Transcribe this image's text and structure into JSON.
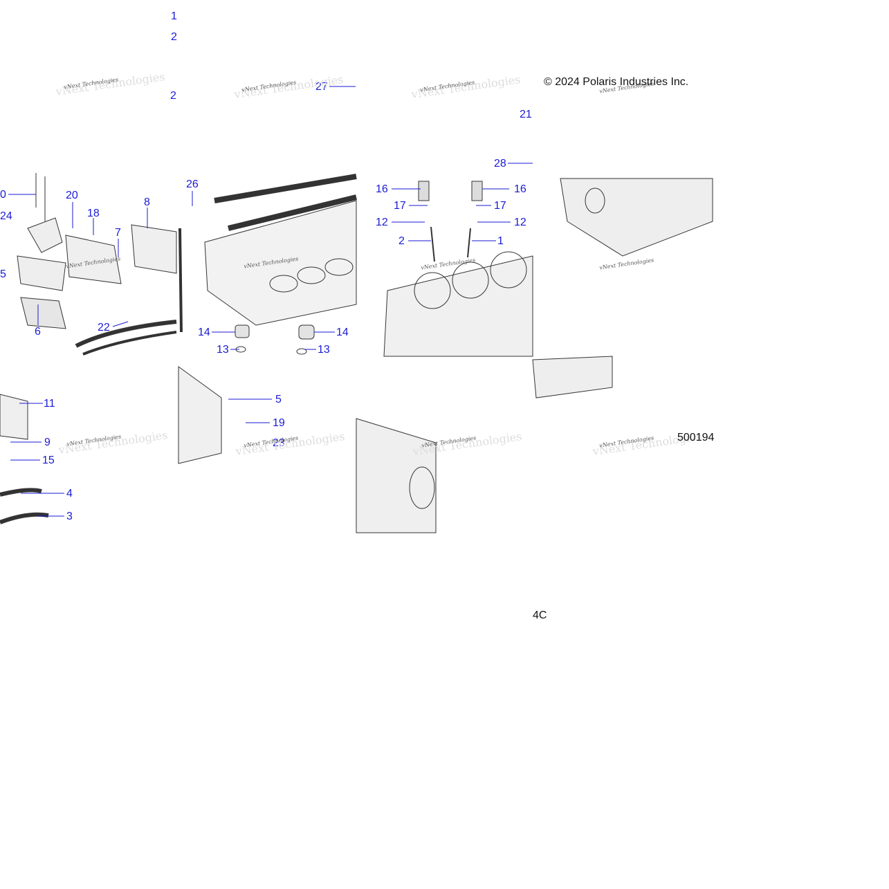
{
  "copyright": "© 2024 Polaris Industries Inc.",
  "part_number": "500194",
  "drawing_suffix": "4C",
  "watermark": "vNext Technologies",
  "colors": {
    "callout": "#1a1ad6",
    "line": "#1a1ad6",
    "ink": "#333333",
    "shade": "#cfcfcf"
  },
  "callouts": [
    {
      "label": "1"
    },
    {
      "label": "2"
    },
    {
      "label": "2"
    },
    {
      "label": "27"
    },
    {
      "label": "21"
    },
    {
      "label": "28"
    },
    {
      "label": "0"
    },
    {
      "label": "20"
    },
    {
      "label": "18"
    },
    {
      "label": "8"
    },
    {
      "label": "26"
    },
    {
      "label": "24"
    },
    {
      "label": "7"
    },
    {
      "label": "5"
    },
    {
      "label": "6"
    },
    {
      "label": "22"
    },
    {
      "label": "14"
    },
    {
      "label": "14"
    },
    {
      "label": "13"
    },
    {
      "label": "13"
    },
    {
      "label": "16"
    },
    {
      "label": "16"
    },
    {
      "label": "17"
    },
    {
      "label": "17"
    },
    {
      "label": "12"
    },
    {
      "label": "12"
    },
    {
      "label": "2"
    },
    {
      "label": "1"
    },
    {
      "label": "11"
    },
    {
      "label": "9"
    },
    {
      "label": "15"
    },
    {
      "label": "4"
    },
    {
      "label": "3"
    },
    {
      "label": "5"
    },
    {
      "label": "19"
    },
    {
      "label": "23"
    }
  ]
}
